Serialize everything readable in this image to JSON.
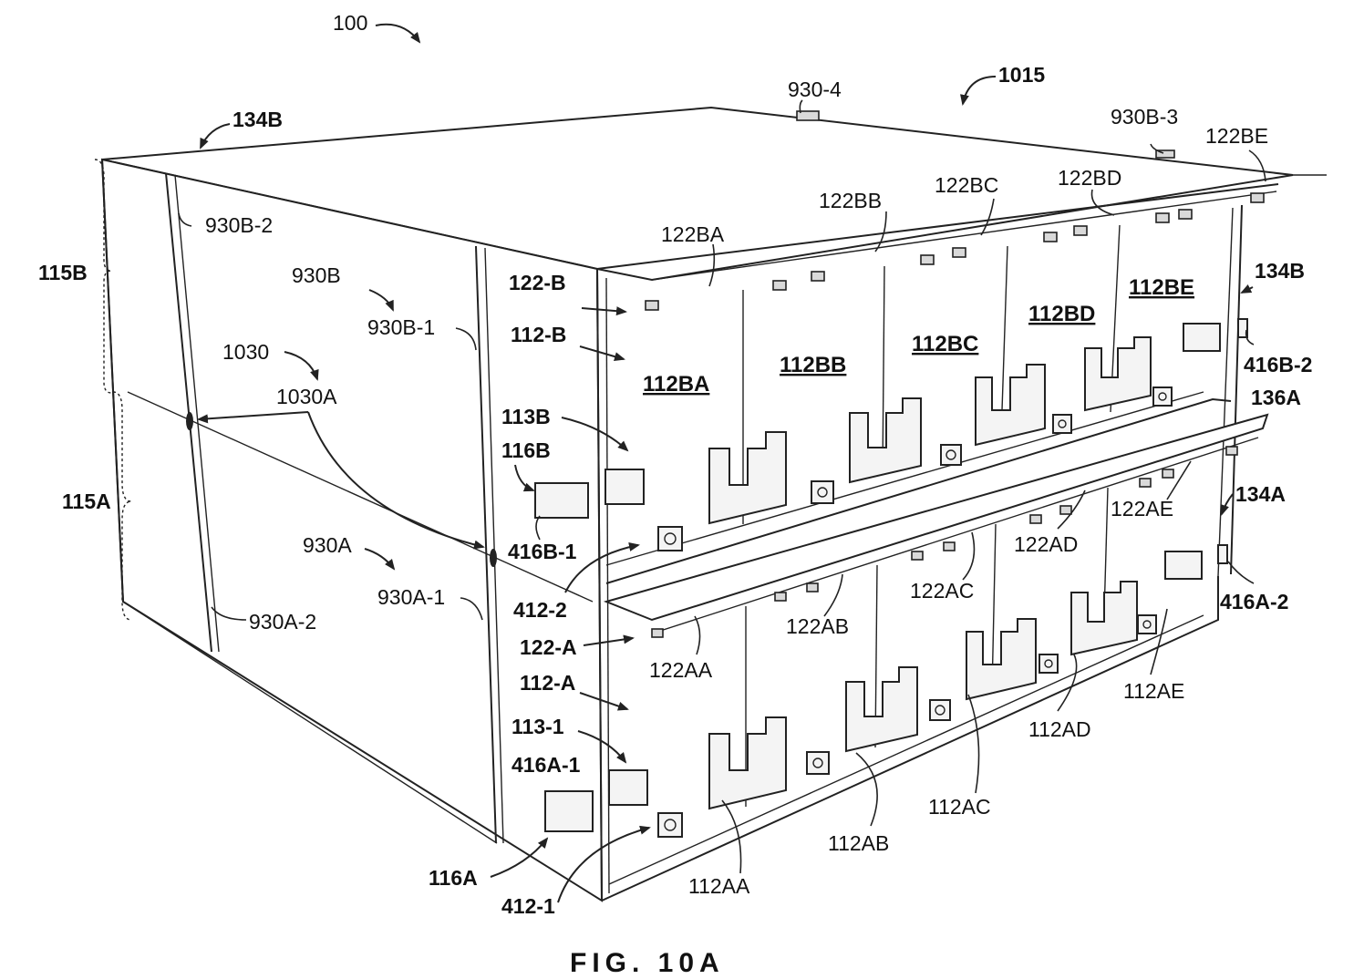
{
  "figure": {
    "caption": "FIG. 10A",
    "labels": {
      "assembly": "100",
      "top_view_ref": "1015",
      "panel_134B_top": "134B",
      "panel_134B_right": "134B",
      "panel_134A": "134A",
      "shelf_136A": "136A",
      "bracket_930_4": "930-4",
      "bracket_930B_3": "930B-3",
      "bracket_930B_2": "930B-2",
      "bracket_930B": "930B",
      "bracket_930B_1": "930B-1",
      "bracket_930A": "930A",
      "bracket_930A_1": "930A-1",
      "bracket_930A_2": "930A-2",
      "side_115B": "115B",
      "side_115A": "115A",
      "joint_1030": "1030",
      "joint_1030A": "1030A",
      "rail_122_B": "122-B",
      "rail_122_A": "122-A",
      "row_112_B": "112-B",
      "row_112_A": "112-A",
      "ref_113B": "113B",
      "ref_113_1": "113-1",
      "connector_116B": "116B",
      "connector_116A": "116A",
      "connector_416B_1": "416B-1",
      "connector_416B_2": "416B-2",
      "connector_416A_1": "416A-1",
      "connector_416A_2": "416A-2",
      "fastener_412_1": "412-1",
      "fastener_412_2": "412-2",
      "rail_122BA": "122BA",
      "rail_122BB": "122BB",
      "rail_122BC": "122BC",
      "rail_122BD": "122BD",
      "rail_122BE": "122BE",
      "rail_122AA": "122AA",
      "rail_122AB": "122AB",
      "rail_122AC": "122AC",
      "rail_122AD": "122AD",
      "rail_122AE": "122AE",
      "slot_112BA": "112BA",
      "slot_112BB": "112BB",
      "slot_112BC": "112BC",
      "slot_112BD": "112BD",
      "slot_112BE": "112BE",
      "slot_112AA": "112AA",
      "slot_112AB": "112AB",
      "slot_112AC": "112AC",
      "slot_112AD": "112AD",
      "slot_112AE": "112AE"
    }
  }
}
